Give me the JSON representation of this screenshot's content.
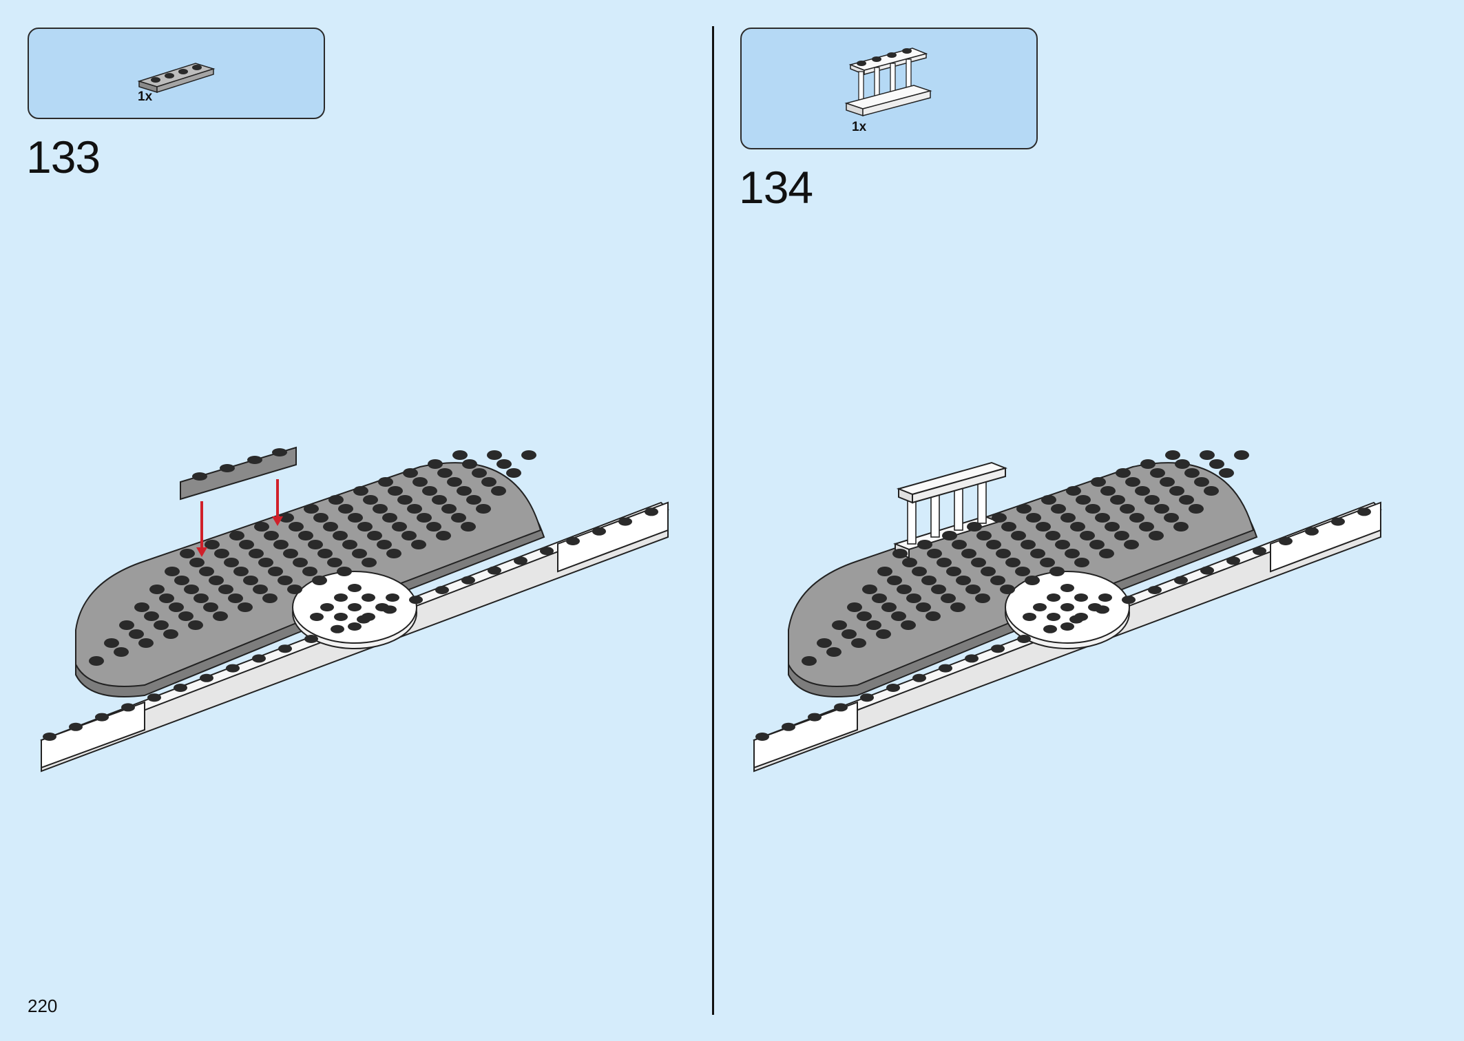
{
  "page": {
    "number": "220",
    "background": "#d5ecfb"
  },
  "steps": [
    {
      "number": "133",
      "parts": [
        {
          "name": "plate-1x4-dark-gray",
          "quantity": "1x"
        }
      ]
    },
    {
      "number": "134",
      "parts": [
        {
          "name": "fence-1x4x2-white",
          "quantity": "1x"
        }
      ]
    }
  ],
  "colors": {
    "parts_box": "#b5d9f5",
    "dark_gray_brick": "#8a8a8a",
    "white_brick": "#f4f4f4",
    "stud": "#2a2a2a",
    "arrow": "#d0202a"
  }
}
